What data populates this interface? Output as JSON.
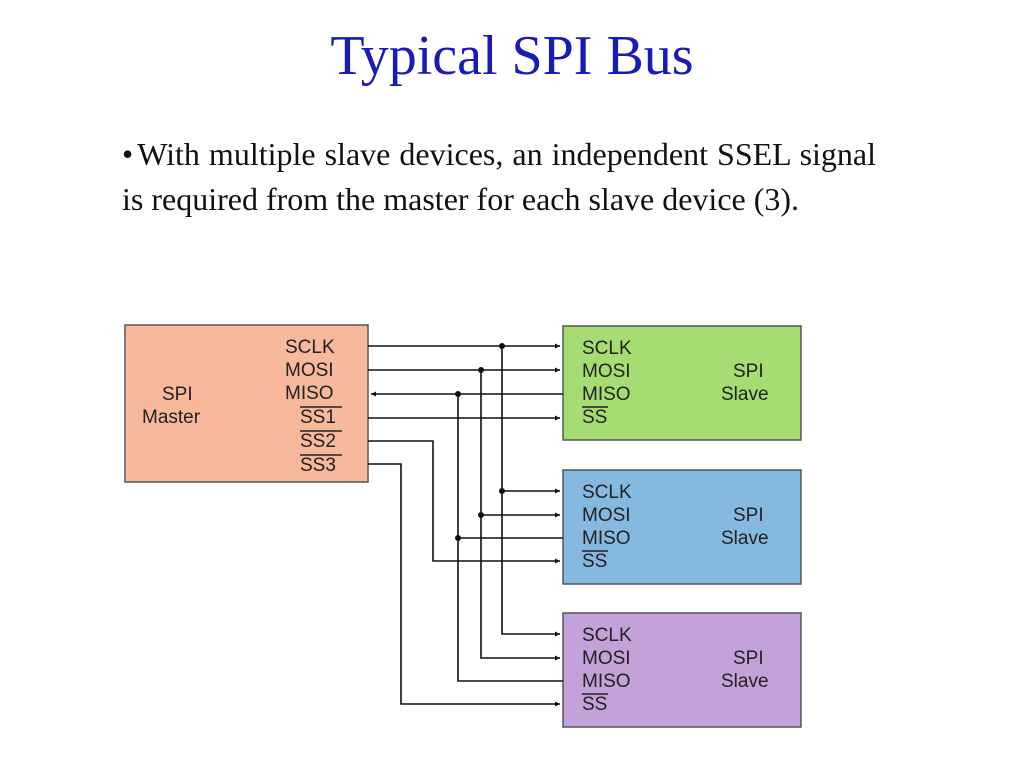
{
  "slide": {
    "title": "Typical SPI Bus",
    "bullet_symbol": "•",
    "bullet_text": "With multiple slave devices, an independent SSEL signal is required from the master for each slave device (3)."
  },
  "diagram": {
    "master": {
      "label_line1": "SPI",
      "label_line2": "Master",
      "color": "#f7b89b",
      "pins": [
        "SCLK",
        "MOSI",
        "MISO",
        "SS1",
        "SS2",
        "SS3"
      ],
      "overlined_pins": [
        "SS1",
        "SS2",
        "SS3"
      ]
    },
    "slaves": [
      {
        "label_line1": "SPI",
        "label_line2": "Slave",
        "color": "#a6dd73",
        "pins": [
          "SCLK",
          "MOSI",
          "MISO",
          "SS"
        ]
      },
      {
        "label_line1": "SPI",
        "label_line2": "Slave",
        "color": "#86b9e0",
        "pins": [
          "SCLK",
          "MOSI",
          "MISO",
          "SS"
        ]
      },
      {
        "label_line1": "SPI",
        "label_line2": "Slave",
        "color": "#c2a2d8",
        "pins": [
          "SCLK",
          "MOSI",
          "MISO",
          "SS"
        ]
      }
    ],
    "line_color": "#111111",
    "border_color": "#555555"
  }
}
